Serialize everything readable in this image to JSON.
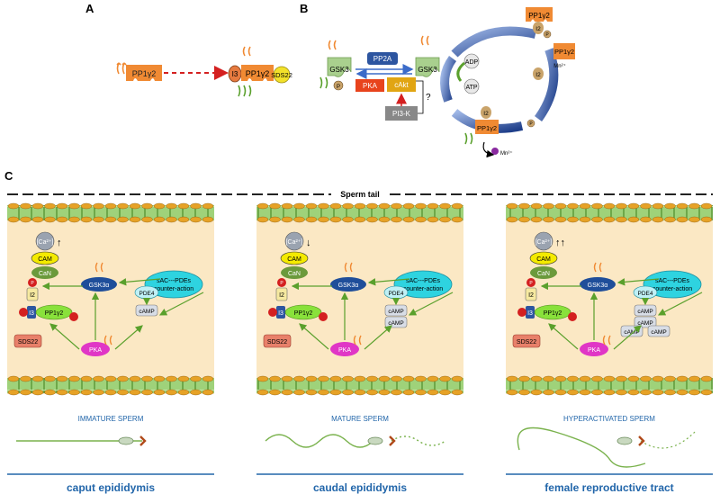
{
  "panels": {
    "a": "A",
    "b": "B",
    "c": "C"
  },
  "panel_a": {
    "pp1": "PP1γ2",
    "i3": "I3",
    "pp1_bound": "PP1γ2",
    "sds22": "SDS22"
  },
  "panel_b": {
    "gsk3_left": "GSK3",
    "gsk3_right": "GSK3",
    "pp2a": "PP2A",
    "pka": "PKA",
    "cakt": "cAkt",
    "pi3k": "PI3-K",
    "question": "?",
    "adp": "ADP",
    "atp": "ATP",
    "i2": "I2",
    "pp1": "PP1γ2",
    "p": "P",
    "mn": "Mn²⁺",
    "mn_out": "Mn²⁺"
  },
  "sperm_tail": "Sperm tail",
  "cells": [
    {
      "ca": "[Ca²⁺]",
      "ca_arrows": "↑",
      "cam": "CAM",
      "can": "CaN",
      "gsk": "GSK3α",
      "pde4": "PDE4",
      "sac": [
        "sAC---PDEs",
        "counter-action"
      ],
      "camp": [
        "cAMP"
      ],
      "i2": "I2",
      "i3": "I3",
      "pp1": "PP1γ2",
      "pka": "PKA",
      "sds22": "SDS22",
      "p": "P",
      "stage": "IMMATURE SPERM",
      "location": "caput epididymis"
    },
    {
      "ca": "[Ca²⁺]",
      "ca_arrows": "↓",
      "cam": "CAM",
      "can": "CaN",
      "gsk": "GSK3α",
      "pde4": "PDE4",
      "sac": [
        "sAC---PDEs",
        "counter-action"
      ],
      "camp": [
        "cAMP",
        "cAMP"
      ],
      "i2": "I2",
      "i3": "I3",
      "pp1": "PP1γ2",
      "pka": "PKA",
      "sds22": "SDS22",
      "p": "P",
      "stage": "MATURE SPERM",
      "location": "caudal epididymis"
    },
    {
      "ca": "[Ca²⁺]",
      "ca_arrows": "↑↑",
      "cam": "CAM",
      "can": "CaN",
      "gsk": "GSK3α",
      "pde4": "PDE4",
      "sac": [
        "sAC---PDEs",
        "counter-action"
      ],
      "camp": [
        "cAMP",
        "cAMP",
        "cAMP",
        "cAMP"
      ],
      "i2": "I2",
      "i3": "I3",
      "pp1": "PP1γ2",
      "pka": "PKA",
      "sds22": "SDS22",
      "p": "P",
      "stage": "HYPERACTIVATED SPERM",
      "location": "female reproductive tract"
    }
  ],
  "colors": {
    "pp1": "#f08a33",
    "gsk3": "#a9d08e",
    "pka_magenta": "#e036c6",
    "cam": "#f4ea00",
    "can": "#6b9a3c",
    "gsk_blue": "#1f4e9a",
    "sac": "#2ed3e0",
    "camp": "#d8dde6",
    "membrane": "#9fd27a",
    "cytoplasm": "#fbe8c4",
    "cycle": "#2f5597",
    "label_blue": "#2266aa"
  }
}
